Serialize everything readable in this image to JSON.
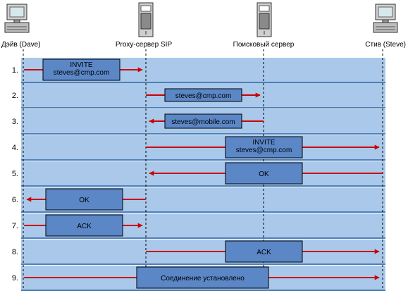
{
  "colors": {
    "row_bg": "#a9c8ea",
    "row_separator": "#4f7fba",
    "box_fill": "#5b87c7",
    "box_border": "#000000",
    "arrow": "#cc0000",
    "lifeline": "#000000",
    "text": "#000000"
  },
  "participants": [
    {
      "id": "dave",
      "name": "Дэйв (Dave)",
      "icon": "computer-icon"
    },
    {
      "id": "proxy",
      "name": "Proxy-сервер SIP",
      "icon": "server-tower-icon"
    },
    {
      "id": "locator",
      "name": "Поисковый сервер",
      "icon": "server-tower-icon"
    },
    {
      "id": "steve",
      "name": "Стив (Steve)",
      "icon": "computer-icon"
    }
  ],
  "steps": [
    {
      "num": "1.",
      "from": "dave",
      "to": "proxy",
      "lines": [
        "INVITE",
        "steves@cmp.com"
      ]
    },
    {
      "num": "2.",
      "from": "proxy",
      "to": "locator",
      "lines": [
        "steves@cmp.com"
      ]
    },
    {
      "num": "3.",
      "from": "locator",
      "to": "proxy",
      "lines": [
        "steves@mobile.com"
      ]
    },
    {
      "num": "4.",
      "from": "proxy",
      "to": "steve",
      "lines": [
        "INVITE",
        "steves@cmp.com"
      ]
    },
    {
      "num": "5.",
      "from": "steve",
      "to": "proxy",
      "lines": [
        "OK"
      ]
    },
    {
      "num": "6.",
      "from": "proxy",
      "to": "dave",
      "lines": [
        "OK"
      ]
    },
    {
      "num": "7.",
      "from": "dave",
      "to": "proxy",
      "lines": [
        "ACK"
      ]
    },
    {
      "num": "8.",
      "from": "proxy",
      "to": "steve",
      "lines": [
        "ACK"
      ]
    },
    {
      "num": "9.",
      "from": "dave",
      "to": "steve",
      "lines": [
        "Соединение установлено"
      ]
    }
  ]
}
